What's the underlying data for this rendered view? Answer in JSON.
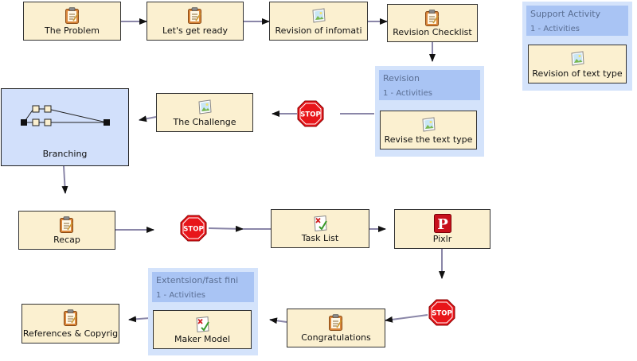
{
  "activities": {
    "the_problem": "The Problem",
    "lets_get_ready": "Let's get ready",
    "revision_of_information": "Revision of infomati",
    "revision_checklist": "Revision Checklist",
    "revision_of_text_type": "Revision of text type",
    "revise_the_text_type": "Revise the text type",
    "the_challenge": "The Challenge",
    "branching": "Branching",
    "recap": "Recap",
    "task_list": "Task List",
    "pixlr": "Pixlr",
    "congratulations": "Congratulations",
    "maker_model": "Maker Model",
    "references": "References & Copyrig"
  },
  "groups": {
    "support": {
      "title": "Support Activity",
      "subtitle": "1 - Activities"
    },
    "revision": {
      "title": "Revision",
      "subtitle": "1 - Activities"
    },
    "extension": {
      "title": "Extentsion/fast fini",
      "subtitle": "1 - Activities"
    }
  },
  "stop_label": "STOP",
  "pixlr_letter": "P",
  "icons": {
    "notebook": "notebook-icon",
    "image": "image-icon",
    "checklist": "checklist-icon",
    "pixlr": "pixlr-icon",
    "stop": "stop-sign-icon",
    "branching": "branching-icon"
  },
  "colors": {
    "activity_fill": "#fbf0d0",
    "group_fill": "#d4e3fb",
    "group_header": "#a9c4f4",
    "branch_fill": "#d2e0fb",
    "connector": "#8a86a8",
    "stop_red": "#e8151a"
  }
}
